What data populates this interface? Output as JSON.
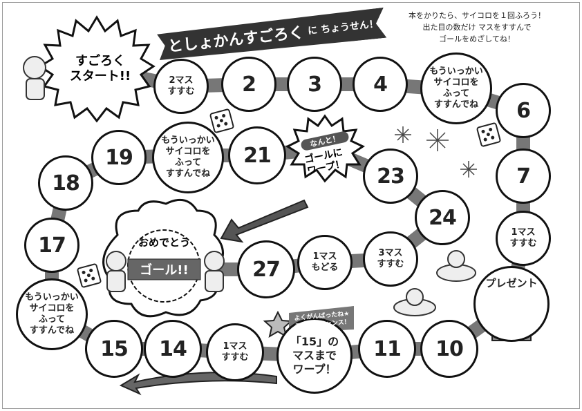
{
  "title": {
    "main": "としょかんすごろく",
    "sub": "に ちょうせん！"
  },
  "instructions": [
    "本をかりたら、サイコロを１回ふろう！",
    "出た目の数だけ マスをすすんで",
    "ゴールをめざしてね！"
  ],
  "start": "すごろく\nスタート!!",
  "squares": [
    "2マス\nすすむ",
    "2",
    "3",
    "4",
    "もういっかい\nサイコロを\nふって\nすすんでね",
    "6",
    "7",
    "1マス\nすすむ",
    "プレゼント",
    "10",
    "11",
    "「15」の\nマスまで\nワープ！",
    "1マス\nすすむ",
    "14",
    "15",
    "もういっかい\nサイコロを\nふって\nすすんでね",
    "17",
    "18",
    "19",
    "もういっかい\nサイコロを\nふって\nすすんでね",
    "21",
    "23",
    "24",
    "3マス\nすすむ",
    "1マス\nもどる",
    "27"
  ],
  "warp_burst": {
    "top": "なんと！",
    "body": "ゴールに\nワープ！"
  },
  "lucky_tag": "よくがんばったね★\nラッキーチャンス！",
  "goal": {
    "top": "おめでとう",
    "ribbon": "ゴール!!"
  }
}
